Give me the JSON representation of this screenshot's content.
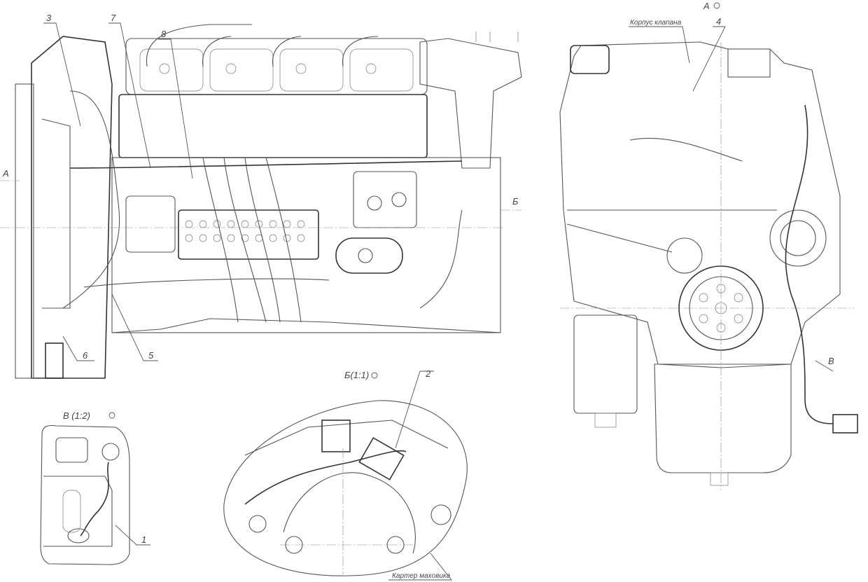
{
  "drawing": {
    "title": "Engine wiring installation drawing",
    "main_view": {
      "callouts": [
        "3",
        "7",
        "8",
        "6",
        "5"
      ],
      "section_marks": [
        "А",
        "Б"
      ]
    },
    "view_a": {
      "title": "А",
      "rotation_symbol": "rotated",
      "callouts": [
        "4"
      ],
      "note_valve_body": "Корпус клапана",
      "section_mark": "В"
    },
    "view_v": {
      "title": "В (1:2)",
      "callouts": [
        "1"
      ]
    },
    "view_b": {
      "title": "Б(1:1)",
      "callouts": [
        "2"
      ],
      "note_flywheel_housing": "Картер маховика"
    }
  }
}
